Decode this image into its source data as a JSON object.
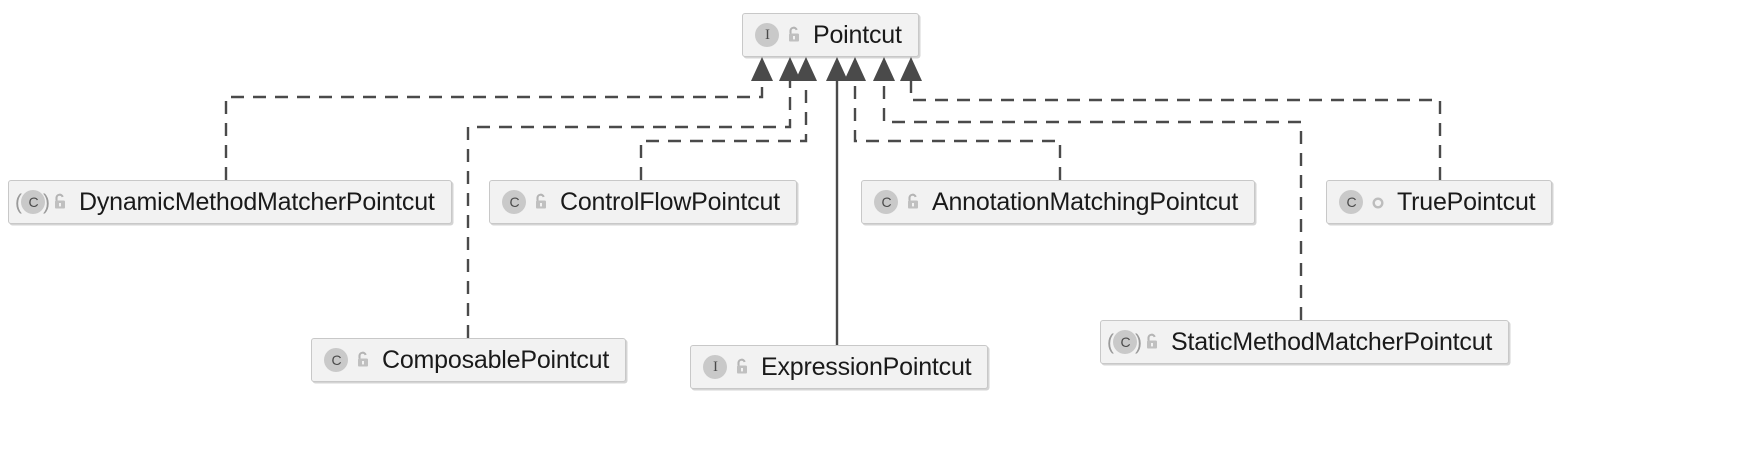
{
  "diagram": {
    "title": "Pointcut class hierarchy",
    "type": "uml-class-diagram",
    "colors": {
      "node_fill": "#f2f2f2",
      "node_border": "#c8c8c8",
      "edge": "#4a4a4a",
      "icon_disc": "#c9c9c9",
      "text": "#1a1a1a"
    },
    "nodes": [
      {
        "id": "pointcut",
        "label": "Pointcut",
        "type_icon": "interface-icon",
        "type_glyph": "I",
        "visibility_icon": "unlock-icon",
        "abstract": false
      },
      {
        "id": "dynamic",
        "label": "DynamicMethodMatcherPointcut",
        "type_icon": "abstract-class-icon",
        "type_glyph": "C",
        "visibility_icon": "unlock-icon",
        "abstract": true
      },
      {
        "id": "controlflow",
        "label": "ControlFlowPointcut",
        "type_icon": "class-icon",
        "type_glyph": "C",
        "visibility_icon": "unlock-icon",
        "abstract": false
      },
      {
        "id": "annotation",
        "label": "AnnotationMatchingPointcut",
        "type_icon": "class-icon",
        "type_glyph": "C",
        "visibility_icon": "unlock-icon",
        "abstract": false
      },
      {
        "id": "true",
        "label": "TruePointcut",
        "type_icon": "class-icon",
        "type_glyph": "C",
        "visibility_icon": "package-private-icon",
        "abstract": false
      },
      {
        "id": "composable",
        "label": "ComposablePointcut",
        "type_icon": "class-icon",
        "type_glyph": "C",
        "visibility_icon": "unlock-icon",
        "abstract": false
      },
      {
        "id": "expression",
        "label": "ExpressionPointcut",
        "type_icon": "interface-icon",
        "type_glyph": "I",
        "visibility_icon": "unlock-icon",
        "abstract": false
      },
      {
        "id": "static",
        "label": "StaticMethodMatcherPointcut",
        "type_icon": "abstract-class-icon",
        "type_glyph": "C",
        "visibility_icon": "unlock-icon",
        "abstract": true
      }
    ],
    "edges": [
      {
        "from": "dynamic",
        "to": "pointcut",
        "style": "dashed",
        "arrow": "hollow-triangle-filled",
        "relation": "realization"
      },
      {
        "from": "composable",
        "to": "pointcut",
        "style": "dashed",
        "arrow": "hollow-triangle-filled",
        "relation": "realization"
      },
      {
        "from": "controlflow",
        "to": "pointcut",
        "style": "dashed",
        "arrow": "hollow-triangle-filled",
        "relation": "realization"
      },
      {
        "from": "expression",
        "to": "pointcut",
        "style": "solid",
        "arrow": "hollow-triangle-filled",
        "relation": "generalization"
      },
      {
        "from": "annotation",
        "to": "pointcut",
        "style": "dashed",
        "arrow": "hollow-triangle-filled",
        "relation": "realization"
      },
      {
        "from": "static",
        "to": "pointcut",
        "style": "dashed",
        "arrow": "hollow-triangle-filled",
        "relation": "realization"
      },
      {
        "from": "true",
        "to": "pointcut",
        "style": "dashed",
        "arrow": "hollow-triangle-filled",
        "relation": "realization"
      }
    ]
  }
}
